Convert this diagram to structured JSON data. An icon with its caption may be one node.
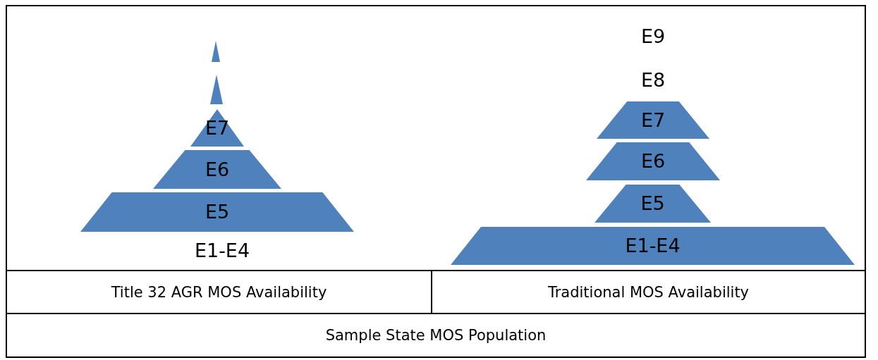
{
  "diagram": {
    "nodes": [
      {
        "text": [],
        "shape": "triangle"
      },
      {
        "text": [],
        "shape": "triangle"
      },
      {
        "text": [
          "E7"
        ]
      },
      {
        "text": [
          "E6"
        ]
      },
      {
        "text": [
          "E5"
        ]
      },
      {
        "text": [
          "E1-E4"
        ]
      },
      {
        "text": [
          "E9"
        ]
      },
      {
        "text": [
          "E8"
        ]
      },
      {
        "text": [
          "E7"
        ]
      },
      {
        "text": [
          "E6"
        ]
      },
      {
        "text": [
          "E5"
        ]
      },
      {
        "text": [
          "E1-E4"
        ]
      }
    ],
    "labels": [
      "Title 32 AGR MOS Availability",
      "Traditional MOS Availability",
      "Sample State MOS Population"
    ]
  }
}
